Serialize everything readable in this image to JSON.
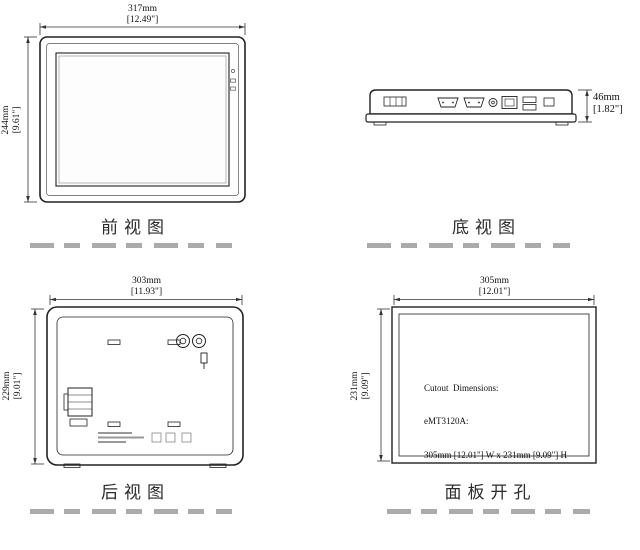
{
  "views": {
    "front": {
      "label": "前视图",
      "width_mm": "317mm",
      "width_in": "[12.49\"]",
      "height_mm": "244mm",
      "height_in": "[9.61\"]"
    },
    "bottom": {
      "label": "底视图",
      "height_mm": "46mm",
      "height_in": "[1.82\"]"
    },
    "rear": {
      "label": "后视图",
      "width_mm": "303mm",
      "width_in": "[11.93\"]",
      "height_mm": "229mm",
      "height_in": "[9.01\"]"
    },
    "cutout": {
      "label": "面板开孔",
      "width_mm": "305mm",
      "width_in": "[12.01\"]",
      "height_mm": "231mm",
      "height_in": "[9.09\"]",
      "note_title": "Cutout  Dimensions:",
      "note_model": "eMT3120A:",
      "note_size": "305mm [12.01\"] W x 231mm [9.09\"] H"
    }
  }
}
